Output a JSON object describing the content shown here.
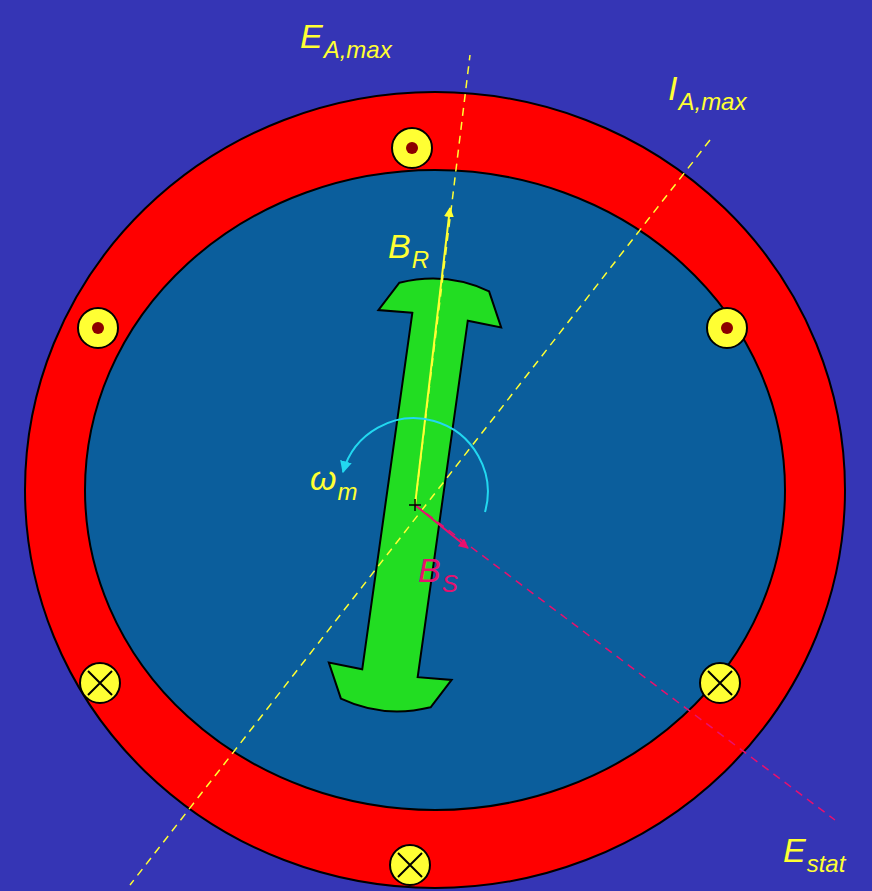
{
  "diagram": {
    "labels": [
      "E",
      "A,max",
      "I",
      "A,max",
      "B",
      "R",
      "B",
      "S",
      "ω",
      "m",
      "E",
      "stat"
    ]
  }
}
